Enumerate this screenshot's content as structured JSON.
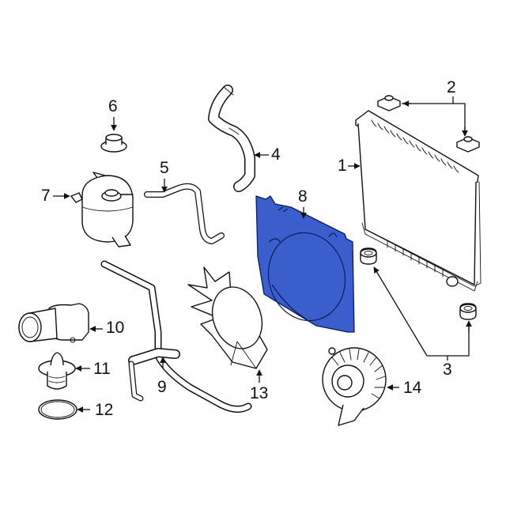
{
  "diagram": {
    "type": "exploded-parts-diagram",
    "highlight_color": "#3a5fcd",
    "highlighted_part": "8",
    "callouts": [
      {
        "id": "c1",
        "label": "1"
      },
      {
        "id": "c2",
        "label": "2"
      },
      {
        "id": "c3",
        "label": "3"
      },
      {
        "id": "c4",
        "label": "4"
      },
      {
        "id": "c5",
        "label": "5"
      },
      {
        "id": "c6",
        "label": "6"
      },
      {
        "id": "c7",
        "label": "7"
      },
      {
        "id": "c8",
        "label": "8"
      },
      {
        "id": "c9",
        "label": "9"
      },
      {
        "id": "c10",
        "label": "10"
      },
      {
        "id": "c11",
        "label": "11"
      },
      {
        "id": "c12",
        "label": "12"
      },
      {
        "id": "c13",
        "label": "13"
      },
      {
        "id": "c14",
        "label": "14"
      }
    ]
  }
}
